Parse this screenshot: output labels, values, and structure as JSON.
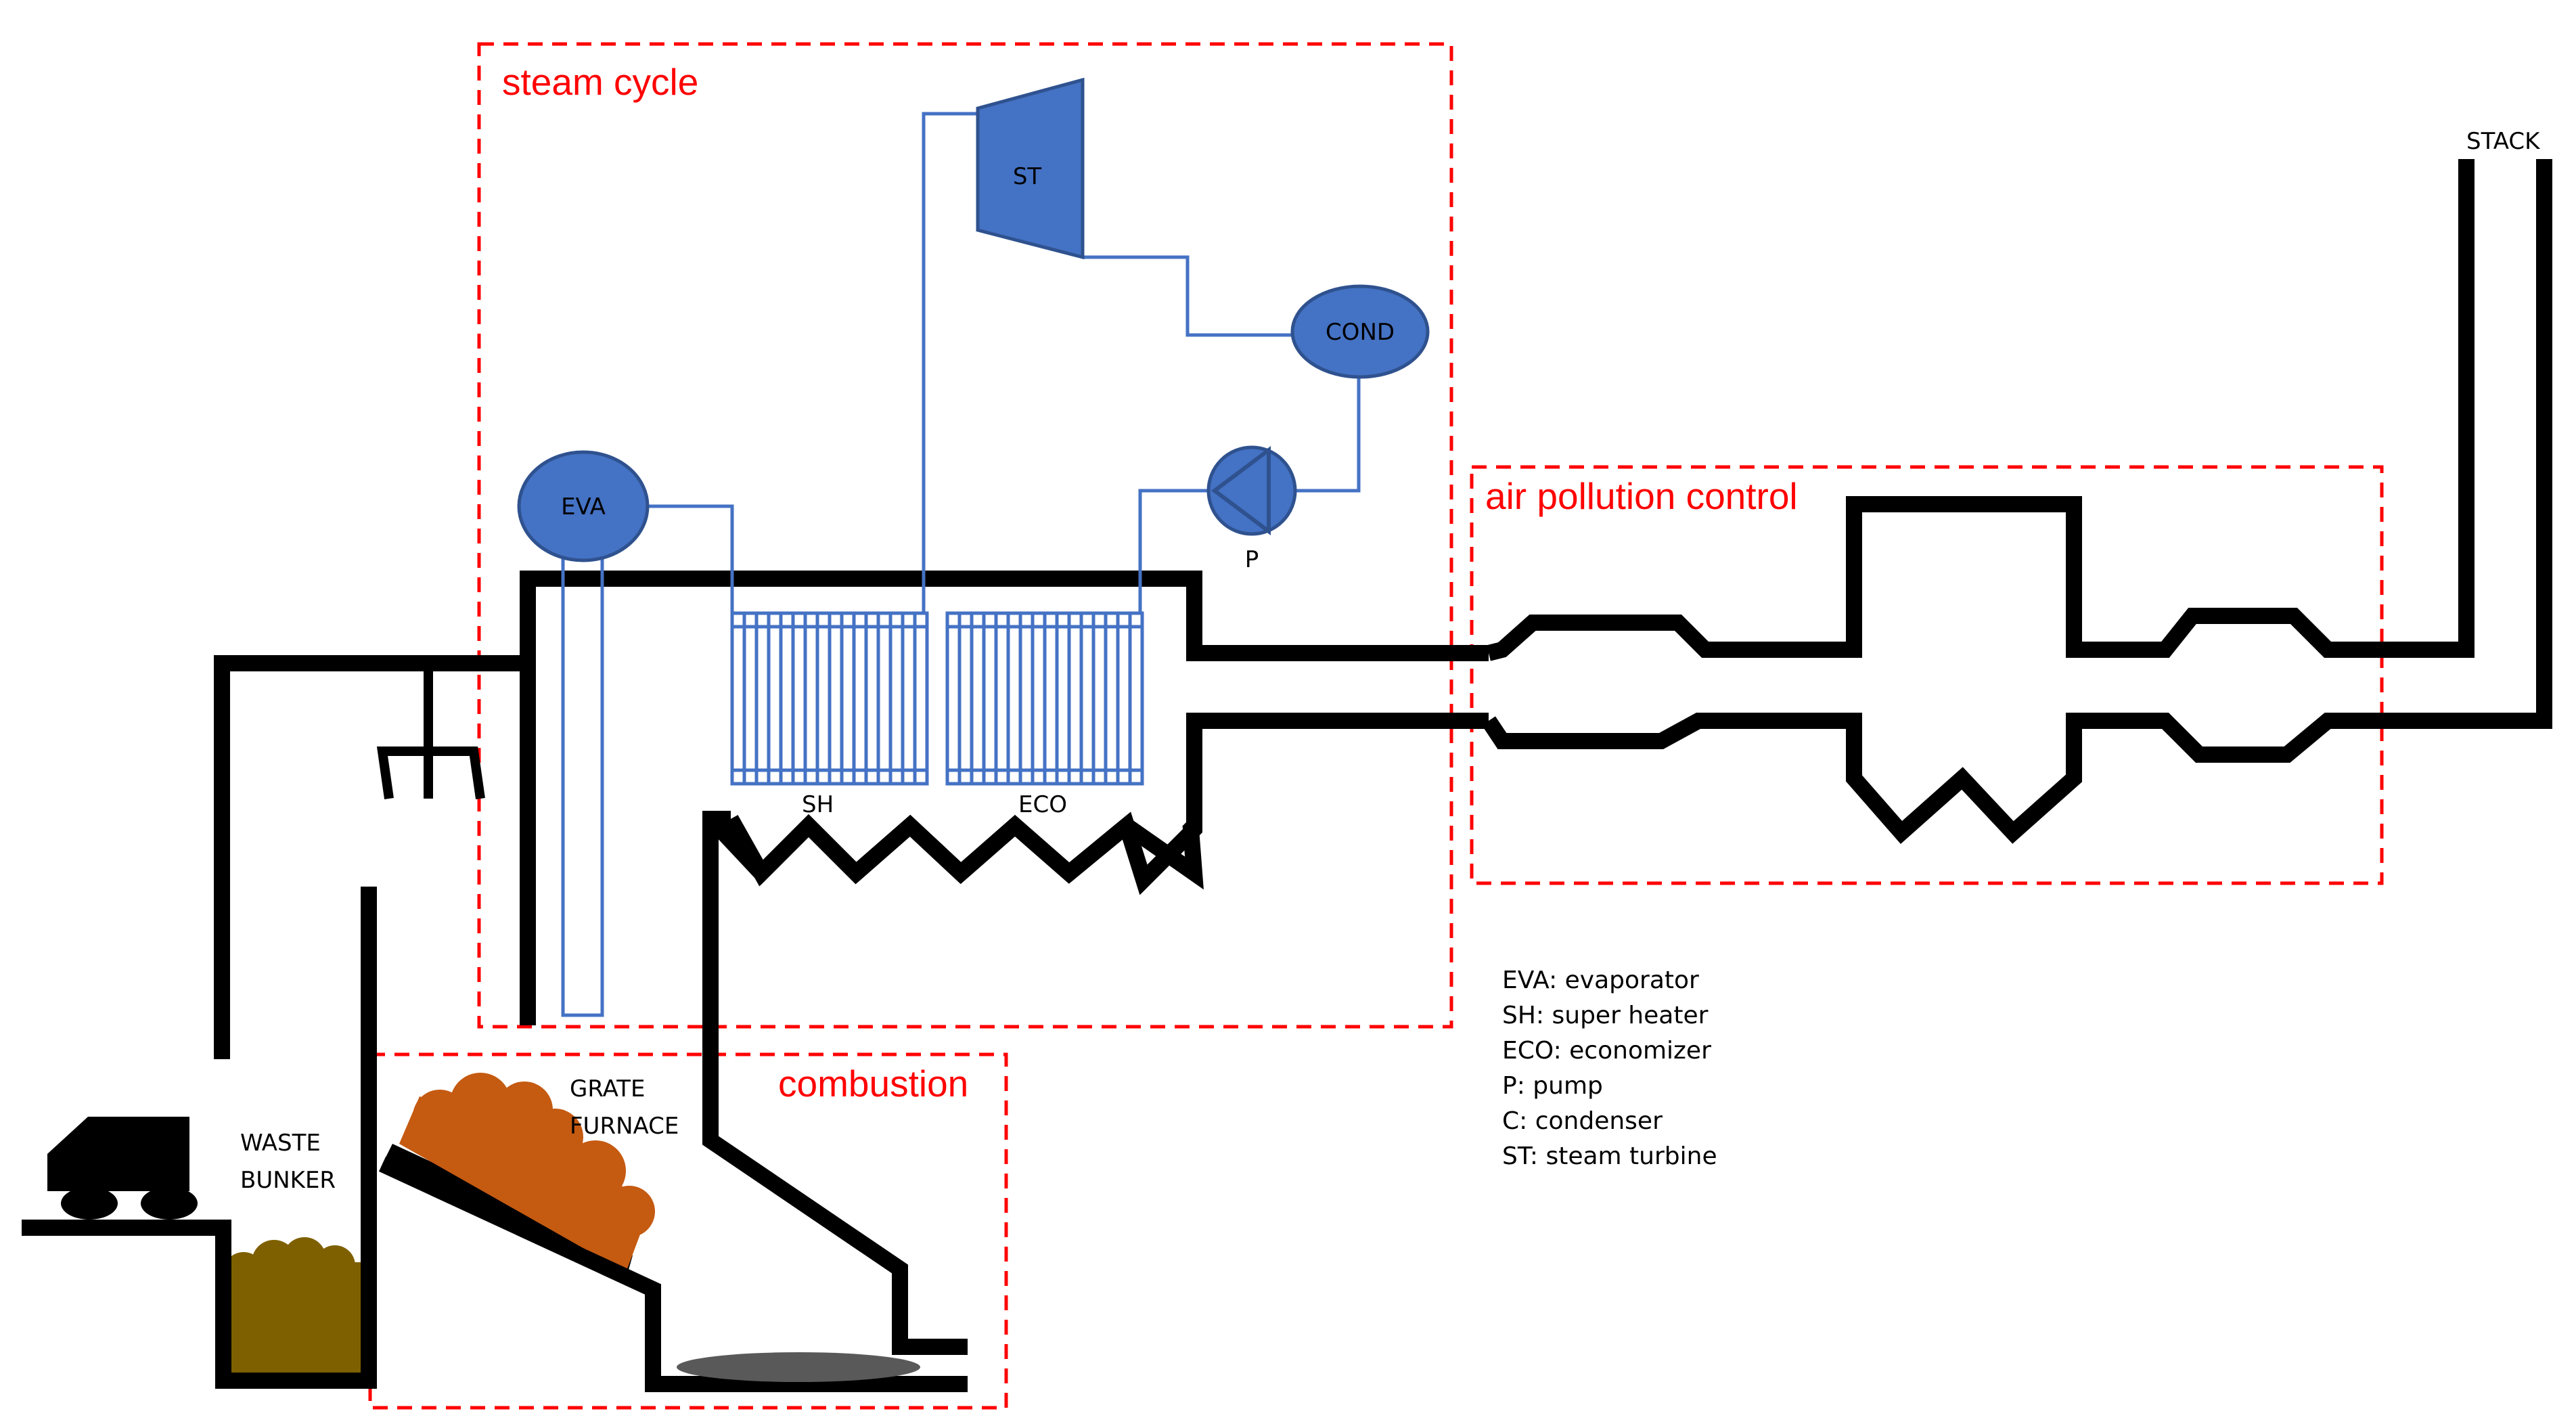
{
  "regions": {
    "steam_cycle": "steam cycle",
    "combustion": "combustion",
    "air_pollution_control": "air pollution control"
  },
  "components": {
    "evaporator": "EVA",
    "super_heater": "SH",
    "economizer": "ECO",
    "steam_turbine": "ST",
    "condenser": "COND",
    "pump": "P",
    "stack": "STACK",
    "waste_bunker_line1": "WASTE",
    "waste_bunker_line2": "BUNKER",
    "grate_furnace_line1": "GRATE",
    "grate_furnace_line2": "FURNACE"
  },
  "legend": [
    "EVA: evaporator",
    "SH: super heater",
    "ECO: economizer",
    "P: pump",
    "C: condenser",
    "ST: steam turbine"
  ],
  "colors": {
    "region_border": "#ff0000",
    "water_steam": "#4472c4",
    "walls": "#000000",
    "waste": "#7f6000",
    "burning_waste": "#c55a11",
    "ash": "#595959"
  }
}
